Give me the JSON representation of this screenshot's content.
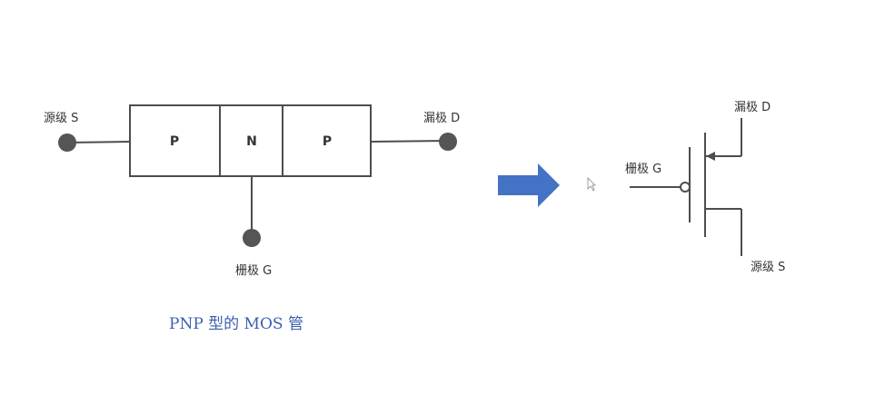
{
  "structure": {
    "source_label": "源级 S",
    "drain_label": "漏极 D",
    "gate_label": "栅极 G",
    "regions": [
      "P",
      "N",
      "P"
    ]
  },
  "caption": "PNP 型的 MOS 管",
  "symbol": {
    "drain_label": "漏极 D",
    "gate_label": "栅极 G",
    "source_label": "源级 S"
  },
  "colors": {
    "arrow": "#4472c4",
    "caption": "#3b5fb0",
    "line": "#4d4d4d",
    "terminal_dot": "#555555"
  },
  "icons": {
    "transform_arrow": "right-arrow-icon",
    "cursor": "mouse-pointer-icon"
  }
}
